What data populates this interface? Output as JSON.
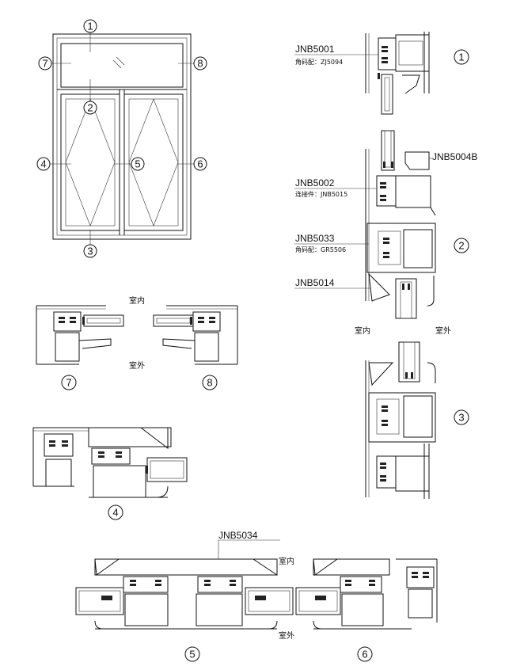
{
  "elevation": {
    "markers": [
      "1",
      "2",
      "3",
      "4",
      "5",
      "6",
      "7",
      "8"
    ]
  },
  "profiles": {
    "p1_code": "JNB5001",
    "p1_note": "角码配：ZJ5094",
    "p4b_code": "JNB5004B",
    "p2_code": "JNB5002",
    "p2_note": "连接件：JNB5015",
    "p33_code": "JNB5033",
    "p33_note": "角码配：GR5506",
    "p14_code": "JNB5014",
    "p34_code": "JNB5034"
  },
  "sections": {
    "indoor": "室内",
    "outdoor": "室外",
    "s1": "1",
    "s2": "2",
    "s3": "3",
    "s4": "4",
    "s5": "5",
    "s6": "6",
    "s7": "7",
    "s8": "8"
  }
}
